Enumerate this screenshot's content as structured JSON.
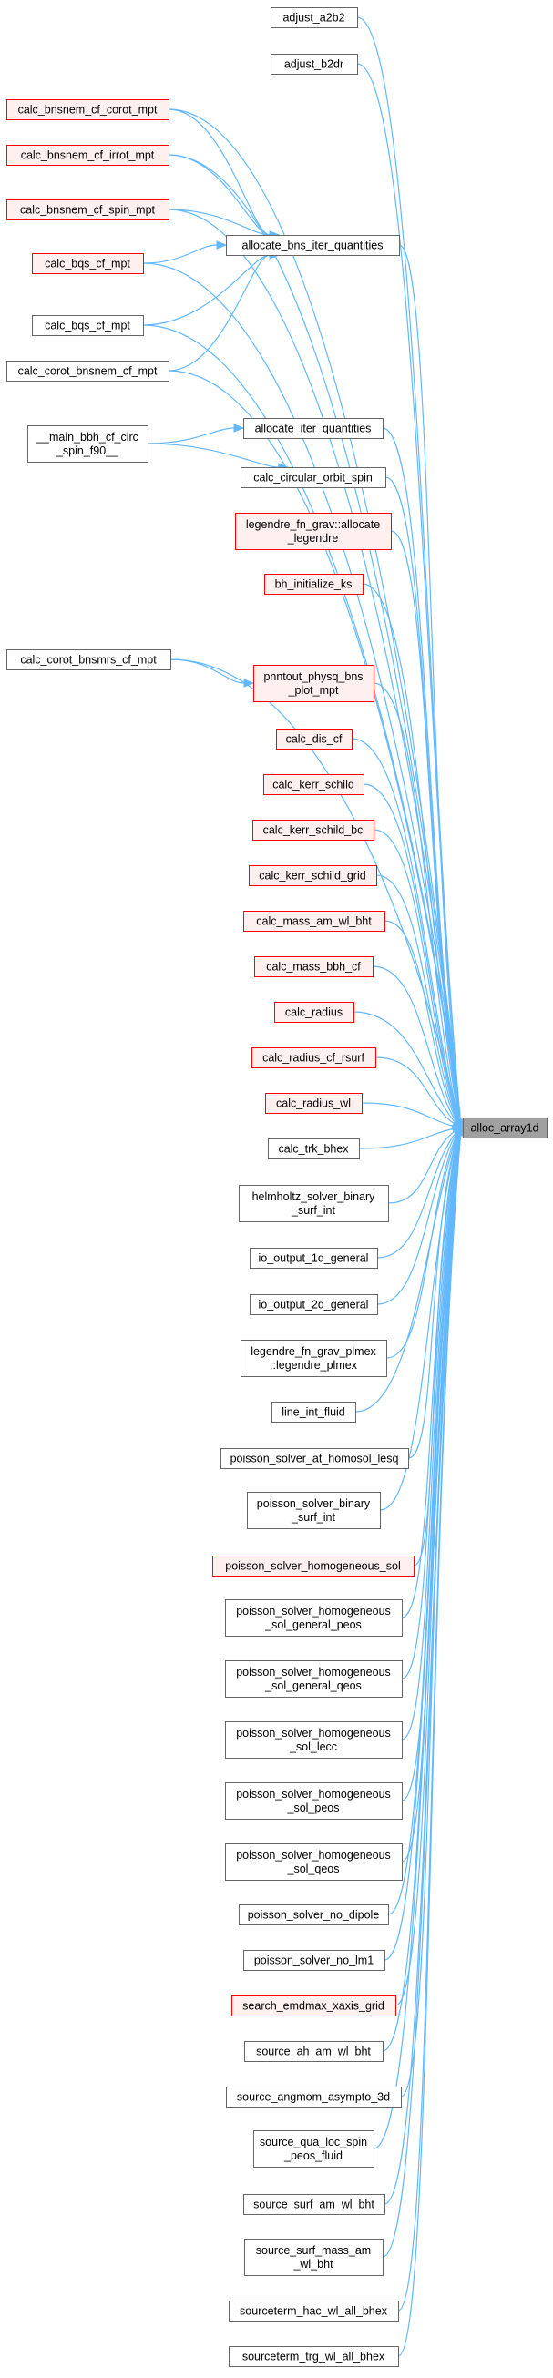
{
  "colors": {
    "edge": "#63b8ff",
    "target_fill": "#a0a0a0",
    "target_border": "#666666",
    "truncated_border": "#ff0000",
    "truncated_fill": "#fff0f0",
    "normal_border": "#666666",
    "normal_fill": "#ffffff"
  },
  "target": {
    "id": "alloc_array1d",
    "lines": [
      "alloc_array1d"
    ]
  },
  "nodes": [
    {
      "id": "adjust_a2b2",
      "lines": [
        "adjust_a2b2"
      ],
      "style": "normal"
    },
    {
      "id": "adjust_b2dr",
      "lines": [
        "adjust_b2dr"
      ],
      "style": "normal"
    },
    {
      "id": "calc_bnsnem_cf_corot_mpt",
      "lines": [
        "calc_bnsnem_cf_corot_mpt"
      ],
      "style": "truncated"
    },
    {
      "id": "calc_bnsnem_cf_irrot_mpt",
      "lines": [
        "calc_bnsnem_cf_irrot_mpt"
      ],
      "style": "truncated"
    },
    {
      "id": "calc_bnsnem_cf_spin_mpt",
      "lines": [
        "calc_bnsnem_cf_spin_mpt"
      ],
      "style": "truncated"
    },
    {
      "id": "allocate_bns_iter_quantities",
      "lines": [
        "allocate_bns_iter_quantities"
      ],
      "style": "normal"
    },
    {
      "id": "calc_bqs_cf_mpt_red",
      "lines": [
        "calc_bqs_cf_mpt"
      ],
      "style": "truncated"
    },
    {
      "id": "calc_bqs_cf_mpt",
      "lines": [
        "calc_bqs_cf_mpt"
      ],
      "style": "normal"
    },
    {
      "id": "calc_corot_bnsnem_cf_mpt",
      "lines": [
        "calc_corot_bnsnem_cf_mpt"
      ],
      "style": "normal"
    },
    {
      "id": "main_bbh_cf_circ_spin",
      "lines": [
        "__main_bbh_cf_circ",
        "_spin_f90__"
      ],
      "style": "normal"
    },
    {
      "id": "allocate_iter_quantities",
      "lines": [
        "allocate_iter_quantities"
      ],
      "style": "normal"
    },
    {
      "id": "calc_circular_orbit_spin",
      "lines": [
        "calc_circular_orbit_spin"
      ],
      "style": "normal"
    },
    {
      "id": "legendre_fn_grav_allocate_legendre",
      "lines": [
        "legendre_fn_grav::allocate",
        "_legendre"
      ],
      "style": "truncated"
    },
    {
      "id": "bh_initialize_ks",
      "lines": [
        "bh_initialize_ks"
      ],
      "style": "truncated"
    },
    {
      "id": "calc_corot_bnsmrs_cf_mpt",
      "lines": [
        "calc_corot_bnsmrs_cf_mpt"
      ],
      "style": "normal"
    },
    {
      "id": "pnntout_physq_bns_plot_mpt",
      "lines": [
        "pnntout_physq_bns",
        "_plot_mpt"
      ],
      "style": "truncated"
    },
    {
      "id": "calc_dis_cf",
      "lines": [
        "calc_dis_cf"
      ],
      "style": "truncated"
    },
    {
      "id": "calc_kerr_schild",
      "lines": [
        "calc_kerr_schild"
      ],
      "style": "truncated"
    },
    {
      "id": "calc_kerr_schild_bc",
      "lines": [
        "calc_kerr_schild_bc"
      ],
      "style": "truncated"
    },
    {
      "id": "calc_kerr_schild_grid",
      "lines": [
        "calc_kerr_schild_grid"
      ],
      "style": "truncated"
    },
    {
      "id": "calc_mass_am_wl_bht",
      "lines": [
        "calc_mass_am_wl_bht"
      ],
      "style": "truncated"
    },
    {
      "id": "calc_mass_bbh_cf",
      "lines": [
        "calc_mass_bbh_cf"
      ],
      "style": "truncated"
    },
    {
      "id": "calc_radius",
      "lines": [
        "calc_radius"
      ],
      "style": "truncated"
    },
    {
      "id": "calc_radius_cf_rsurf",
      "lines": [
        "calc_radius_cf_rsurf"
      ],
      "style": "truncated"
    },
    {
      "id": "calc_radius_wl",
      "lines": [
        "calc_radius_wl"
      ],
      "style": "truncated"
    },
    {
      "id": "calc_trk_bhex",
      "lines": [
        "calc_trk_bhex"
      ],
      "style": "normal"
    },
    {
      "id": "helmholtz_solver_binary_surf_int",
      "lines": [
        "helmholtz_solver_binary",
        "_surf_int"
      ],
      "style": "normal"
    },
    {
      "id": "io_output_1d_general",
      "lines": [
        "io_output_1d_general"
      ],
      "style": "normal"
    },
    {
      "id": "io_output_2d_general",
      "lines": [
        "io_output_2d_general"
      ],
      "style": "normal"
    },
    {
      "id": "legendre_fn_grav_plmex",
      "lines": [
        "legendre_fn_grav_plmex",
        "::legendre_plmex"
      ],
      "style": "normal"
    },
    {
      "id": "line_int_fluid",
      "lines": [
        "line_int_fluid"
      ],
      "style": "normal"
    },
    {
      "id": "poisson_solver_at_homosol_lesq",
      "lines": [
        "poisson_solver_at_homosol_lesq"
      ],
      "style": "normal"
    },
    {
      "id": "poisson_solver_binary_surf_int",
      "lines": [
        "poisson_solver_binary",
        "_surf_int"
      ],
      "style": "normal"
    },
    {
      "id": "poisson_solver_homogeneous_sol",
      "lines": [
        "poisson_solver_homogeneous_sol"
      ],
      "style": "truncated"
    },
    {
      "id": "poisson_solver_homogeneous_sol_general_peos",
      "lines": [
        "poisson_solver_homogeneous",
        "_sol_general_peos"
      ],
      "style": "normal"
    },
    {
      "id": "poisson_solver_homogeneous_sol_general_qeos",
      "lines": [
        "poisson_solver_homogeneous",
        "_sol_general_qeos"
      ],
      "style": "normal"
    },
    {
      "id": "poisson_solver_homogeneous_sol_lecc",
      "lines": [
        "poisson_solver_homogeneous",
        "_sol_lecc"
      ],
      "style": "normal"
    },
    {
      "id": "poisson_solver_homogeneous_sol_peos",
      "lines": [
        "poisson_solver_homogeneous",
        "_sol_peos"
      ],
      "style": "normal"
    },
    {
      "id": "poisson_solver_homogeneous_sol_qeos",
      "lines": [
        "poisson_solver_homogeneous",
        "_sol_qeos"
      ],
      "style": "normal"
    },
    {
      "id": "poisson_solver_no_dipole",
      "lines": [
        "poisson_solver_no_dipole"
      ],
      "style": "normal"
    },
    {
      "id": "poisson_solver_no_lm1",
      "lines": [
        "poisson_solver_no_lm1"
      ],
      "style": "normal"
    },
    {
      "id": "search_emdmax_xaxis_grid",
      "lines": [
        "search_emdmax_xaxis_grid"
      ],
      "style": "truncated"
    },
    {
      "id": "source_ah_am_wl_bht",
      "lines": [
        "source_ah_am_wl_bht"
      ],
      "style": "normal"
    },
    {
      "id": "source_angmom_asympto_3d",
      "lines": [
        "source_angmom_asympto_3d"
      ],
      "style": "normal"
    },
    {
      "id": "source_qua_loc_spin_peos_fluid",
      "lines": [
        "source_qua_loc_spin",
        "_peos_fluid"
      ],
      "style": "normal"
    },
    {
      "id": "source_surf_am_wl_bht",
      "lines": [
        "source_surf_am_wl_bht"
      ],
      "style": "normal"
    },
    {
      "id": "source_surf_mass_am_wl_bht",
      "lines": [
        "source_surf_mass_am",
        "_wl_bht"
      ],
      "style": "normal"
    },
    {
      "id": "sourceterm_hac_wl_all_bhex",
      "lines": [
        "sourceterm_hac_wl_all_bhex"
      ],
      "style": "normal"
    },
    {
      "id": "sourceterm_trg_wl_all_bhex",
      "lines": [
        "sourceterm_trg_wl_all_bhex"
      ],
      "style": "normal"
    }
  ],
  "edges": [
    {
      "from": "calc_bnsnem_cf_corot_mpt",
      "to": "allocate_bns_iter_quantities"
    },
    {
      "from": "calc_bnsnem_cf_irrot_mpt",
      "to": "allocate_bns_iter_quantities"
    },
    {
      "from": "calc_bnsnem_cf_spin_mpt",
      "to": "allocate_bns_iter_quantities"
    },
    {
      "from": "calc_bqs_cf_mpt_red",
      "to": "allocate_bns_iter_quantities"
    },
    {
      "from": "calc_bqs_cf_mpt",
      "to": "allocate_bns_iter_quantities"
    },
    {
      "from": "calc_corot_bnsnem_cf_mpt",
      "to": "allocate_bns_iter_quantities"
    },
    {
      "from": "main_bbh_cf_circ_spin",
      "to": "allocate_iter_quantities"
    },
    {
      "from": "main_bbh_cf_circ_spin",
      "to": "calc_circular_orbit_spin"
    },
    {
      "from": "calc_corot_bnsmrs_cf_mpt",
      "to": "pnntout_physq_bns_plot_mpt"
    },
    {
      "from": "adjust_a2b2",
      "to": "alloc_array1d"
    },
    {
      "from": "adjust_b2dr",
      "to": "alloc_array1d"
    },
    {
      "from": "calc_bnsnem_cf_corot_mpt",
      "to": "alloc_array1d"
    },
    {
      "from": "calc_bnsnem_cf_irrot_mpt",
      "to": "alloc_array1d"
    },
    {
      "from": "calc_bnsnem_cf_spin_mpt",
      "to": "alloc_array1d"
    },
    {
      "from": "allocate_bns_iter_quantities",
      "to": "alloc_array1d"
    },
    {
      "from": "calc_bqs_cf_mpt_red",
      "to": "alloc_array1d"
    },
    {
      "from": "calc_bqs_cf_mpt",
      "to": "alloc_array1d"
    },
    {
      "from": "calc_corot_bnsnem_cf_mpt",
      "to": "alloc_array1d"
    },
    {
      "from": "allocate_iter_quantities",
      "to": "alloc_array1d"
    },
    {
      "from": "calc_circular_orbit_spin",
      "to": "alloc_array1d"
    },
    {
      "from": "legendre_fn_grav_allocate_legendre",
      "to": "alloc_array1d"
    },
    {
      "from": "bh_initialize_ks",
      "to": "alloc_array1d"
    },
    {
      "from": "calc_corot_bnsmrs_cf_mpt",
      "to": "alloc_array1d"
    },
    {
      "from": "pnntout_physq_bns_plot_mpt",
      "to": "alloc_array1d"
    },
    {
      "from": "calc_dis_cf",
      "to": "alloc_array1d"
    },
    {
      "from": "calc_kerr_schild",
      "to": "alloc_array1d"
    },
    {
      "from": "calc_kerr_schild_bc",
      "to": "alloc_array1d"
    },
    {
      "from": "calc_kerr_schild_grid",
      "to": "alloc_array1d"
    },
    {
      "from": "calc_mass_am_wl_bht",
      "to": "alloc_array1d"
    },
    {
      "from": "calc_mass_bbh_cf",
      "to": "alloc_array1d"
    },
    {
      "from": "calc_radius",
      "to": "alloc_array1d"
    },
    {
      "from": "calc_radius_cf_rsurf",
      "to": "alloc_array1d"
    },
    {
      "from": "calc_radius_wl",
      "to": "alloc_array1d"
    },
    {
      "from": "calc_trk_bhex",
      "to": "alloc_array1d"
    },
    {
      "from": "helmholtz_solver_binary_surf_int",
      "to": "alloc_array1d"
    },
    {
      "from": "io_output_1d_general",
      "to": "alloc_array1d"
    },
    {
      "from": "io_output_2d_general",
      "to": "alloc_array1d"
    },
    {
      "from": "legendre_fn_grav_plmex",
      "to": "alloc_array1d"
    },
    {
      "from": "line_int_fluid",
      "to": "alloc_array1d"
    },
    {
      "from": "poisson_solver_at_homosol_lesq",
      "to": "alloc_array1d"
    },
    {
      "from": "poisson_solver_binary_surf_int",
      "to": "alloc_array1d"
    },
    {
      "from": "poisson_solver_homogeneous_sol",
      "to": "alloc_array1d"
    },
    {
      "from": "poisson_solver_homogeneous_sol_general_peos",
      "to": "alloc_array1d"
    },
    {
      "from": "poisson_solver_homogeneous_sol_general_qeos",
      "to": "alloc_array1d"
    },
    {
      "from": "poisson_solver_homogeneous_sol_lecc",
      "to": "alloc_array1d"
    },
    {
      "from": "poisson_solver_homogeneous_sol_peos",
      "to": "alloc_array1d"
    },
    {
      "from": "poisson_solver_homogeneous_sol_qeos",
      "to": "alloc_array1d"
    },
    {
      "from": "poisson_solver_no_dipole",
      "to": "alloc_array1d"
    },
    {
      "from": "poisson_solver_no_lm1",
      "to": "alloc_array1d"
    },
    {
      "from": "search_emdmax_xaxis_grid",
      "to": "alloc_array1d"
    },
    {
      "from": "source_ah_am_wl_bht",
      "to": "alloc_array1d"
    },
    {
      "from": "source_angmom_asympto_3d",
      "to": "alloc_array1d"
    },
    {
      "from": "source_qua_loc_spin_peos_fluid",
      "to": "alloc_array1d"
    },
    {
      "from": "source_surf_am_wl_bht",
      "to": "alloc_array1d"
    },
    {
      "from": "source_surf_mass_am_wl_bht",
      "to": "alloc_array1d"
    },
    {
      "from": "sourceterm_hac_wl_all_bhex",
      "to": "alloc_array1d"
    },
    {
      "from": "sourceterm_trg_wl_all_bhex",
      "to": "alloc_array1d"
    }
  ]
}
